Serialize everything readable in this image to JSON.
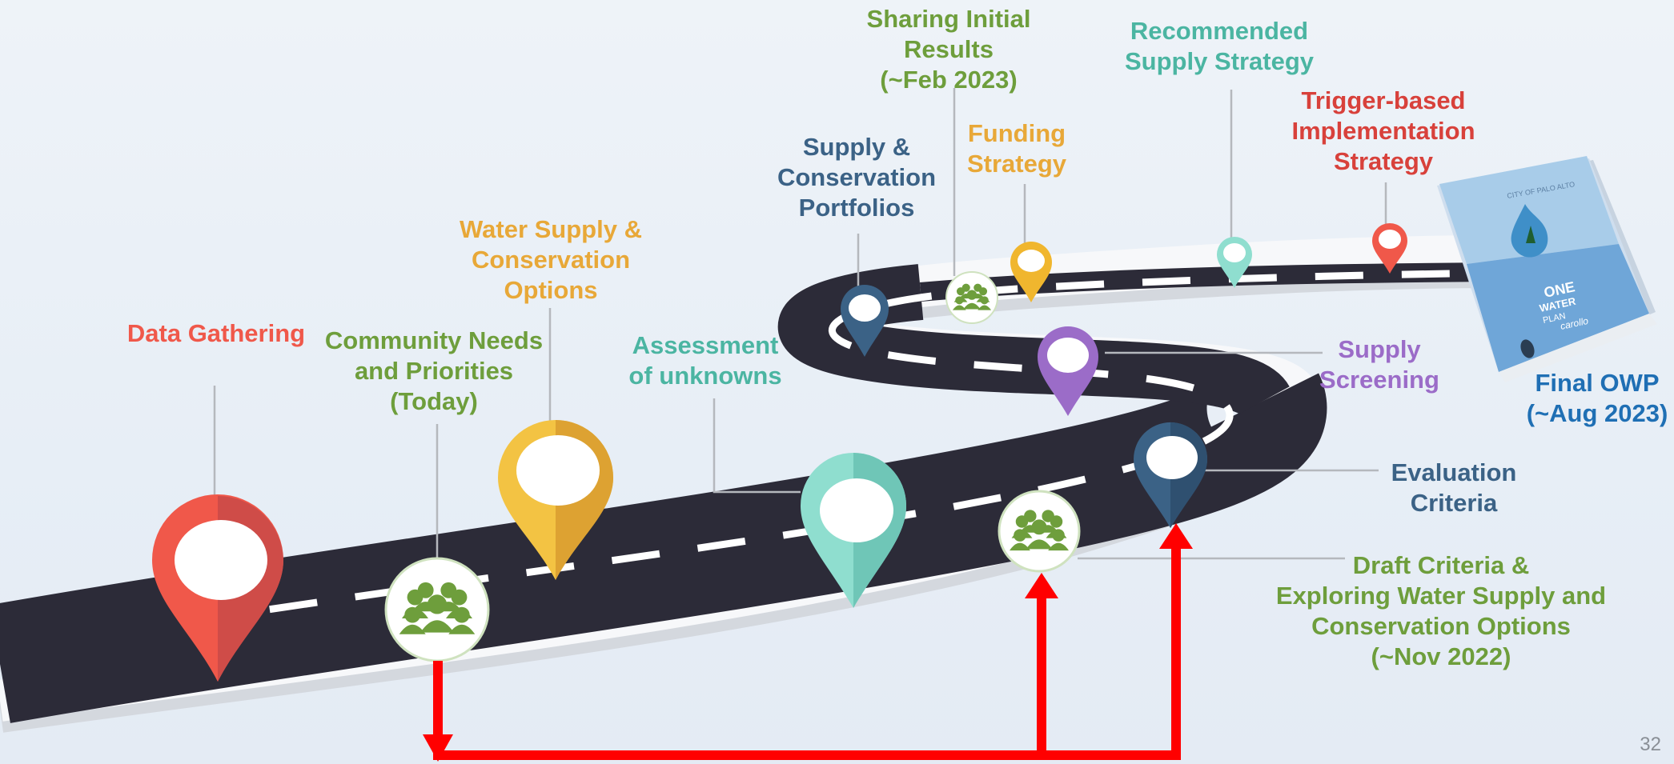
{
  "milestones": {
    "data_gathering": "Data Gathering",
    "community_needs": "Community Needs\nand Priorities\n(Today)",
    "water_supply_options": "Water Supply &\nConservation\nOptions",
    "assessment_unknowns": "Assessment\nof unknowns",
    "portfolios": "Supply &\nConservation\nPortfolios",
    "sharing_results": "Sharing Initial\nResults\n(~Feb 2023)",
    "funding_strategy": "Funding\nStrategy",
    "recommended_strategy": "Recommended\nSupply Strategy",
    "trigger_strategy": "Trigger-based\nImplementation\nStrategy",
    "supply_screening": "Supply\nScreening",
    "evaluation_criteria": "Evaluation\nCriteria",
    "draft_criteria": "Draft Criteria &\nExploring Water Supply and\nConservation Options\n(~Nov 2022)",
    "final_owp": "Final OWP\n(~Aug 2023)"
  },
  "binder": {
    "header": "CITY OF PALO ALTO",
    "title_line1": "ONE",
    "title_line2": "WATER",
    "title_line3": "PLAN",
    "brand": "carollo"
  },
  "page_number": "32",
  "colors": {
    "red": "#f0584a",
    "green": "#6e9e3c",
    "gold": "#e8a838",
    "teal": "#4bb5a2",
    "navy": "#3b6286",
    "purple": "#9b6cc8",
    "blue": "#1f6fb4",
    "crimson": "#d8413b",
    "road": "#2c2b38",
    "arrow": "#ff0000"
  },
  "icons": [
    "map-pin-icon",
    "community-group-icon",
    "binder-icon",
    "arrow-icon"
  ]
}
